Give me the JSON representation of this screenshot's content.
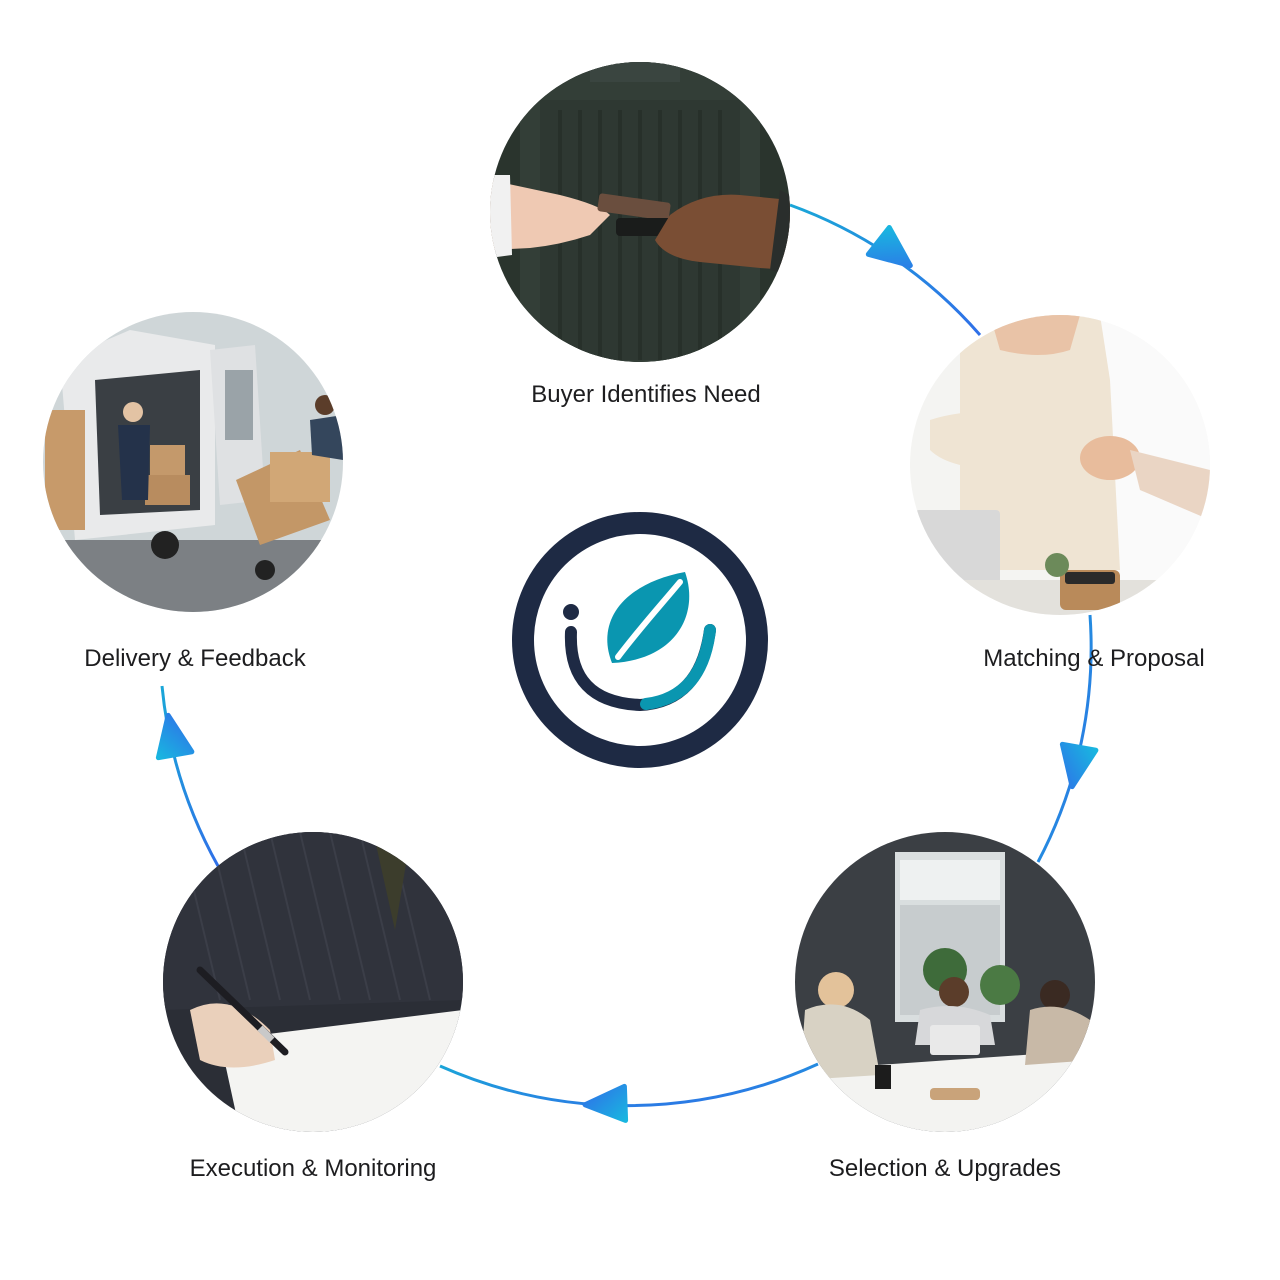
{
  "colors": {
    "arrow_start": "#1aa6d8",
    "arrow_end": "#2f6fe8",
    "logo_ring": "#1e2a44",
    "logo_leaf": "#0a96b0"
  },
  "center_logo": {
    "icon": "leaf-logo-icon"
  },
  "steps": [
    {
      "label": "Buyer Identifies Need",
      "photo": "card-payment-handover-photo"
    },
    {
      "label": "Matching & Proposal",
      "photo": "handshake-photo"
    },
    {
      "label": "Selection & Upgrades",
      "photo": "team-meeting-photo"
    },
    {
      "label": "Execution & Monitoring",
      "photo": "signing-document-photo"
    },
    {
      "label": "Delivery & Feedback",
      "photo": "delivery-van-photo"
    }
  ]
}
